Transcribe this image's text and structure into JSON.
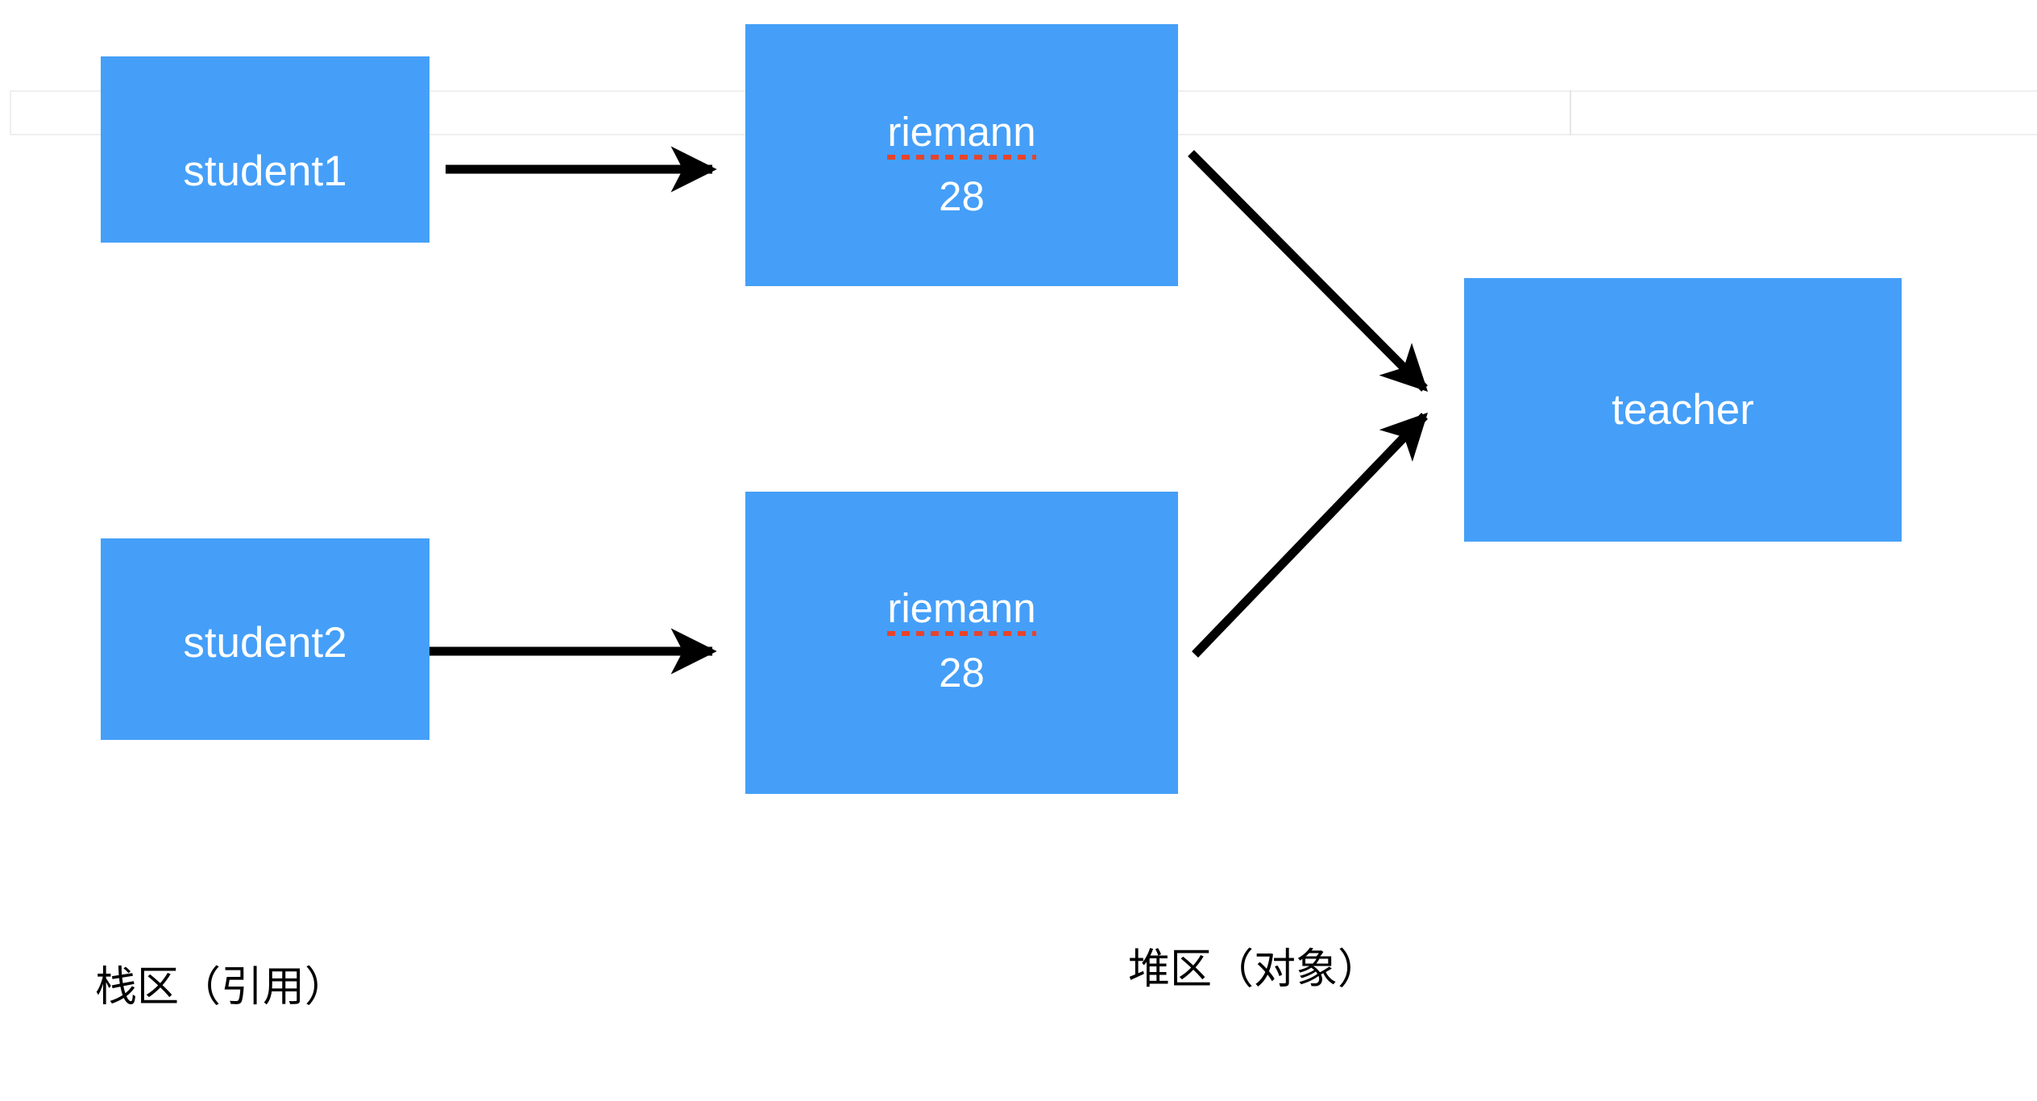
{
  "diagram": {
    "type": "memory-model-diagram",
    "title": "Java stack reference vs heap object diagram",
    "accent_color": "#459FF8",
    "spellcheck_underline_color": "#E8432B",
    "arrow_color": "#000000",
    "background_color": "#FFFFFF",
    "band_border_color": "#EFEFEF"
  },
  "nodes": {
    "student1": {
      "label": "student1",
      "region": "stack"
    },
    "student2": {
      "label": "student2",
      "region": "stack"
    },
    "object1": {
      "name": "riemann",
      "value": "28",
      "region": "heap",
      "spellchecked": true
    },
    "object2": {
      "name": "riemann",
      "value": "28",
      "region": "heap",
      "spellchecked": true
    },
    "teacher": {
      "label": "teacher",
      "region": "heap"
    }
  },
  "edges": [
    {
      "id": "e1",
      "from": "student1",
      "to": "object1",
      "style": "solid-arrow",
      "direction": "right"
    },
    {
      "id": "e2",
      "from": "student2",
      "to": "object2",
      "style": "solid-arrow",
      "direction": "right"
    },
    {
      "id": "e3",
      "from": "object1",
      "to": "teacher",
      "style": "solid-arrow",
      "direction": "down-right"
    },
    {
      "id": "e4",
      "from": "object2",
      "to": "teacher",
      "style": "solid-arrow",
      "direction": "up-right"
    }
  ],
  "captions": {
    "stack": "栈区（引用）",
    "heap": "堆区（对象）"
  }
}
